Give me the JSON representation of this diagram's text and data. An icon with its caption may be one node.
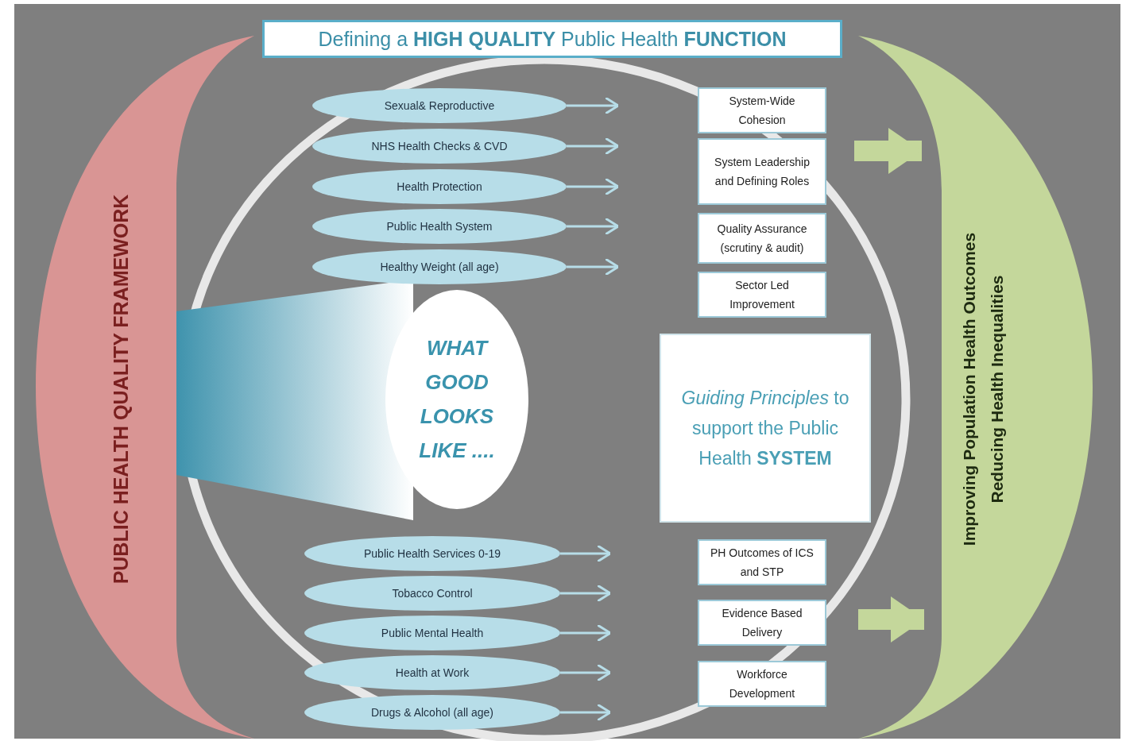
{
  "diagram": {
    "title": "Defining a **HIGH QUALITY** Public Health **FUNCTION**",
    "nodes": [
      {
        "text": [
          "PUBLIC HEALTH QUALITY FRAMEWORK"
        ]
      },
      {
        "text": [
          "Sexual& Reproductive"
        ]
      },
      {
        "text": [
          "NHS Health Checks & CVD"
        ]
      },
      {
        "text": [
          "Health Protection"
        ]
      },
      {
        "text": [
          "Public Health System"
        ]
      },
      {
        "text": [
          "Healthy Weight (all age)"
        ]
      },
      {
        "text": [
          "WHAT GOOD LOOKS LIKE ...."
        ]
      },
      {
        "text": [
          "System-Wide Cohesion"
        ]
      },
      {
        "text": [
          "System Leadership and Defining Roles"
        ]
      },
      {
        "text": [
          "Quality Assurance (scrutiny & audit)"
        ]
      },
      {
        "text": [
          "Sector Led Improvement"
        ]
      },
      {
        "text": [
          "*Guiding Principles* to support the Public Health **SYSTEM**"
        ]
      },
      {
        "text": [
          "Public Health Services 0-19"
        ]
      },
      {
        "text": [
          "Tobacco Control"
        ]
      },
      {
        "text": [
          "Public Mental Health"
        ]
      },
      {
        "text": [
          "Health at Work"
        ]
      },
      {
        "text": [
          "Drugs & Alcohol (all age)"
        ]
      },
      {
        "text": [
          "PH Outcomes of ICS and STP"
        ]
      },
      {
        "text": [
          "Evidence Based Delivery"
        ]
      },
      {
        "text": [
          "Workforce Development"
        ]
      },
      {
        "text": [
          "Improving Population Health Outcomes",
          "Reducing Health Inequalities"
        ]
      },
      {
        "text": [],
        "shape": "cone"
      }
    ],
    "edges": [
      {
        "from": 1,
        "to": null,
        "arrow": "to"
      },
      {
        "from": 2,
        "to": null,
        "arrow": "to"
      },
      {
        "from": 3,
        "to": null,
        "arrow": "to"
      },
      {
        "from": 4,
        "to": null,
        "arrow": "to"
      },
      {
        "from": 5,
        "to": null,
        "arrow": "to"
      },
      {
        "from": 12,
        "to": null,
        "arrow": "to"
      },
      {
        "from": 13,
        "to": null,
        "arrow": "to"
      },
      {
        "from": 14,
        "to": null,
        "arrow": "to"
      },
      {
        "from": 15,
        "to": null,
        "arrow": "to"
      },
      {
        "from": 16,
        "to": null,
        "arrow": "to"
      },
      {
        "from": null,
        "to": 20,
        "arrow": "to",
        "style": "thick",
        "color": "#c4d79b"
      },
      {
        "from": null,
        "to": 20,
        "arrow": "to",
        "style": "thick",
        "color": "#c4d79b"
      }
    ]
  }
}
